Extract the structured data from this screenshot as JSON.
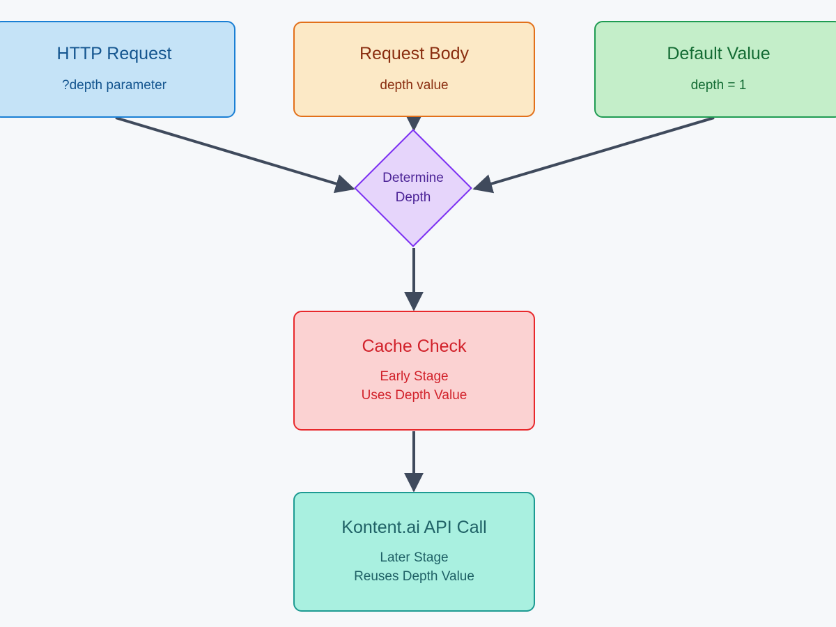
{
  "diagram": {
    "type": "flowchart",
    "direction": "top-down",
    "background_color": "#f6f8fa",
    "edge_color": "#3f4a5c",
    "nodes": [
      {
        "id": "http_request",
        "shape": "rounded-rect",
        "title": "HTTP Request",
        "subtitle": "?depth parameter",
        "fill": "#c5e3f7",
        "stroke": "#1a7fd4",
        "text_color": "#14558f"
      },
      {
        "id": "request_body",
        "shape": "rounded-rect",
        "title": "Request Body",
        "subtitle": "depth value",
        "fill": "#fce9c6",
        "stroke": "#e2701a",
        "text_color": "#8a2e10"
      },
      {
        "id": "default_value",
        "shape": "rounded-rect",
        "title": "Default Value",
        "subtitle": "depth = 1",
        "fill": "#c4eec9",
        "stroke": "#1f9b52",
        "text_color": "#136b33"
      },
      {
        "id": "determine_depth",
        "shape": "diamond",
        "title_line1": "Determine",
        "title_line2": "Depth",
        "fill": "#e6d5fb",
        "stroke": "#7b2ff2",
        "text_color": "#4b2396"
      },
      {
        "id": "cache_check",
        "shape": "rounded-rect",
        "title": "Cache Check",
        "subtitle_line1": "Early Stage",
        "subtitle_line2": "Uses Depth Value",
        "fill": "#fbd2d2",
        "stroke": "#e8282b",
        "text_color": "#d1212a"
      },
      {
        "id": "api_call",
        "shape": "rounded-rect",
        "title": "Kontent.ai API Call",
        "subtitle_line1": "Later Stage",
        "subtitle_line2": "Reuses Depth Value",
        "fill": "#a9f0e0",
        "stroke": "#1d9a92",
        "text_color": "#1f6166"
      }
    ],
    "edges": [
      {
        "from": "http_request",
        "to": "determine_depth",
        "label": ""
      },
      {
        "from": "request_body",
        "to": "determine_depth",
        "label": ""
      },
      {
        "from": "default_value",
        "to": "determine_depth",
        "label": ""
      },
      {
        "from": "determine_depth",
        "to": "cache_check",
        "label": ""
      },
      {
        "from": "cache_check",
        "to": "api_call",
        "label": ""
      }
    ]
  }
}
